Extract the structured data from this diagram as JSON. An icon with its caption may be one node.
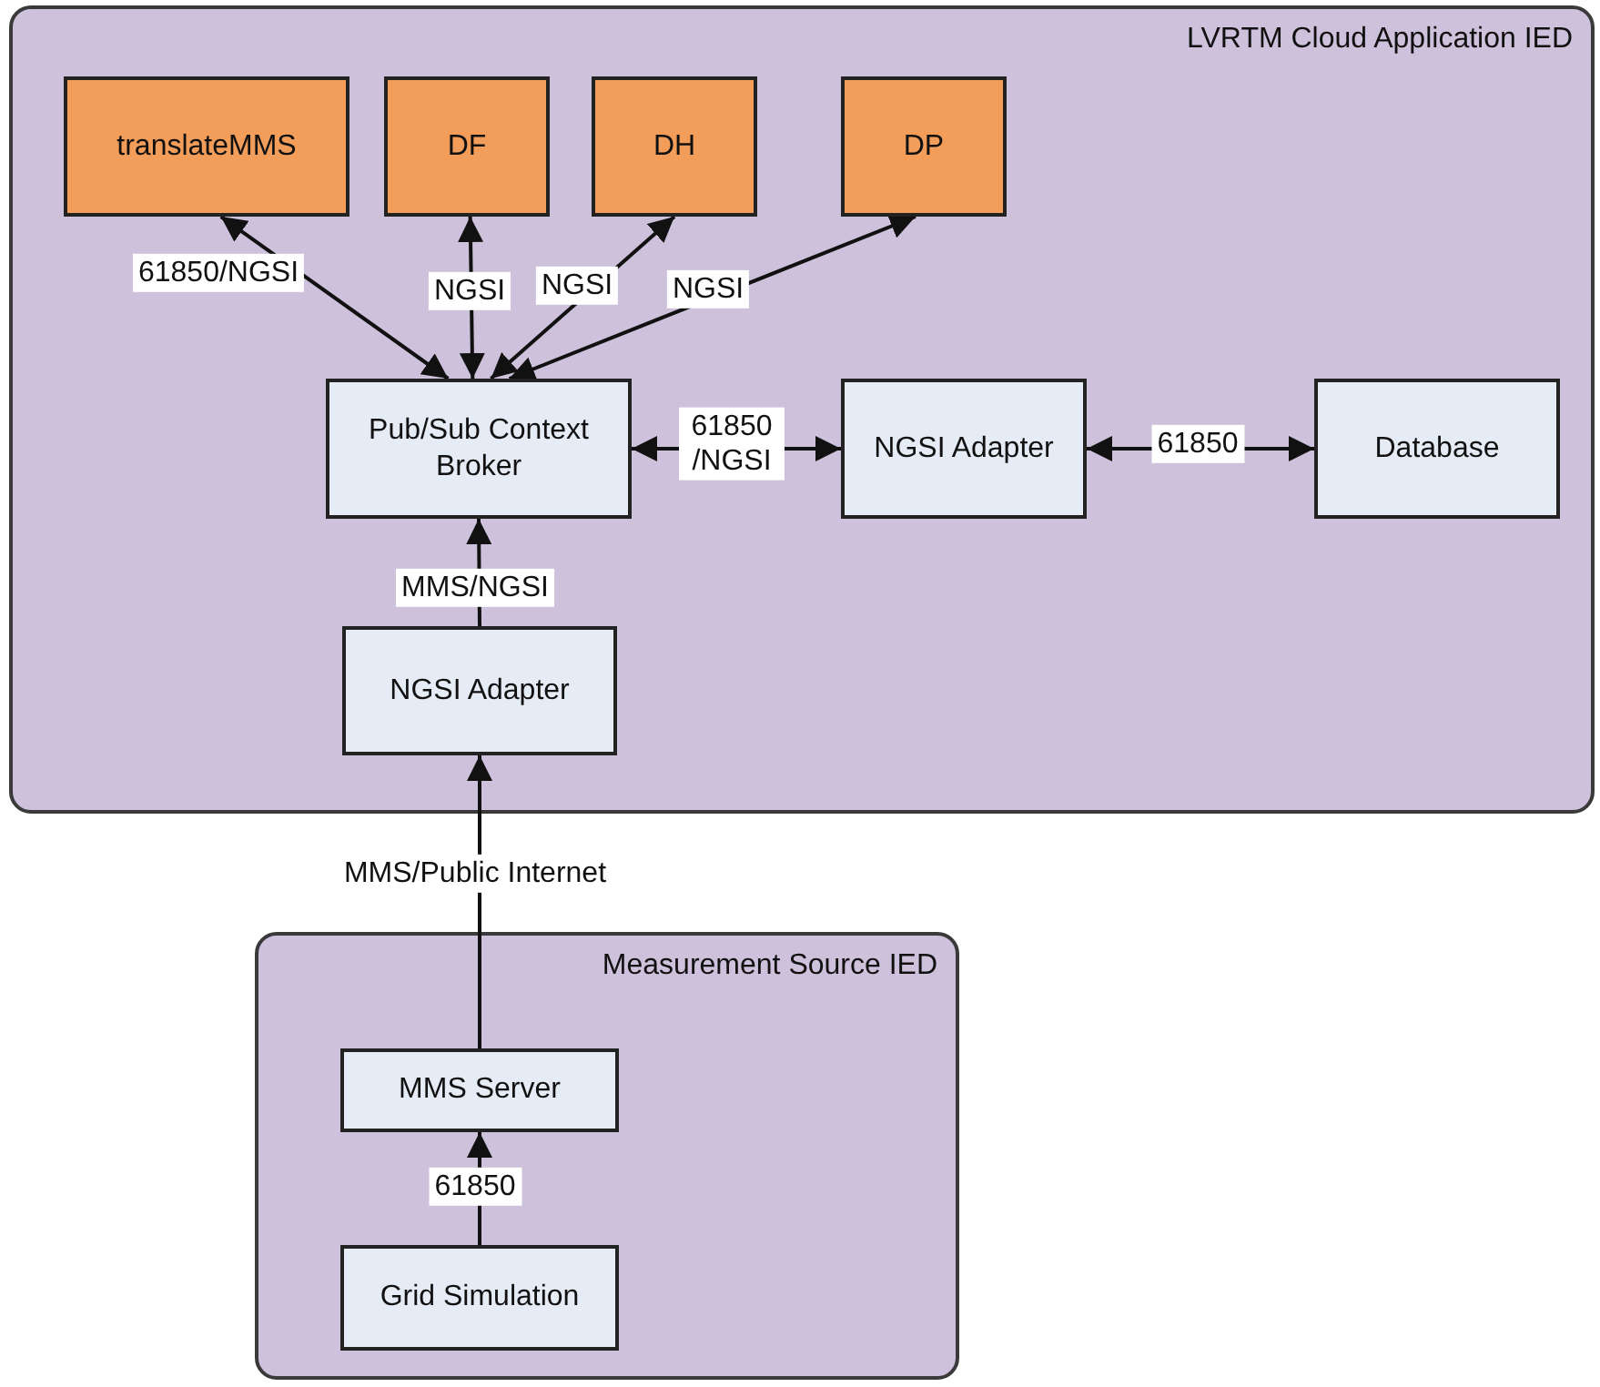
{
  "diagram": {
    "nodes": [
      {
        "text": [
          "LVRTM Cloud Application IED"
        ]
      },
      {
        "text": [
          "translateMMS"
        ],
        "in": 0
      },
      {
        "text": [
          "DF"
        ],
        "in": 0
      },
      {
        "text": [
          "DH"
        ],
        "in": 0
      },
      {
        "text": [
          "DP"
        ],
        "in": 0
      },
      {
        "text": [
          "Pub/Sub Context Broker"
        ],
        "in": 0
      },
      {
        "text": [
          "NGSI Adapter"
        ],
        "in": 0
      },
      {
        "text": [
          "Database"
        ],
        "in": 0
      },
      {
        "text": [
          "NGSI Adapter"
        ],
        "in": 0
      },
      {
        "text": [
          "Measurement Source IED"
        ]
      },
      {
        "text": [
          "MMS Server"
        ],
        "in": 9
      },
      {
        "text": [
          "Grid Simulation"
        ],
        "in": 9
      }
    ],
    "edges": [
      {
        "from": 5,
        "to": 1,
        "arrow": "both",
        "label": "61850/NGSI"
      },
      {
        "from": 5,
        "to": 2,
        "arrow": "both",
        "label": "NGSI"
      },
      {
        "from": 5,
        "to": 3,
        "arrow": "both",
        "label": "NGSI"
      },
      {
        "from": 5,
        "to": 4,
        "arrow": "both",
        "label": "NGSI"
      },
      {
        "from": 5,
        "to": 6,
        "arrow": "both",
        "label": "61850 /NGSI"
      },
      {
        "from": 6,
        "to": 7,
        "arrow": "both",
        "label": "61850"
      },
      {
        "from": 8,
        "to": 5,
        "arrow": "to",
        "label": "MMS/NGSI"
      },
      {
        "from": 10,
        "to": 8,
        "arrow": "to",
        "label": "MMS/Public Internet"
      },
      {
        "from": 11,
        "to": 10,
        "arrow": "to",
        "label": "61850"
      }
    ]
  }
}
